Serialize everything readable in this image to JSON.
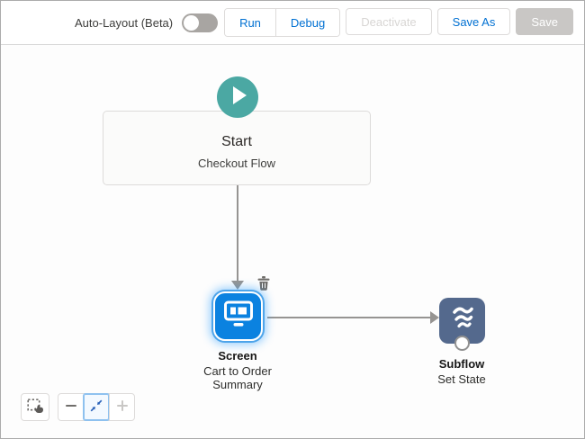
{
  "toolbar": {
    "auto_layout_label": "Auto-Layout (Beta)",
    "toggle_state": "off",
    "run": "Run",
    "debug": "Debug",
    "deactivate": "Deactivate",
    "save_as": "Save As",
    "save": "Save"
  },
  "flow": {
    "start": {
      "title": "Start",
      "subtitle": "Checkout Flow"
    },
    "screen": {
      "type": "Screen",
      "name": "Cart to Order Summary",
      "selected": true
    },
    "subflow": {
      "type": "Subflow",
      "name": "Set State"
    }
  },
  "icons": {
    "play": "play-icon",
    "trash": "trash-icon",
    "screen": "monitor-icon",
    "subflow": "waves-icon",
    "select_tool": "marquee-hand-icon",
    "zoom_out": "minus-icon",
    "fit_view": "collapse-arrows-icon",
    "zoom_in": "plus-icon"
  },
  "colors": {
    "start_teal": "#4BA8A3",
    "screen_blue": "#0B82E0",
    "subflow_navy": "#54698D",
    "connector_gray": "#969492",
    "brand_blue": "#0070D2",
    "disabled_gray": "#C9C7C5"
  }
}
